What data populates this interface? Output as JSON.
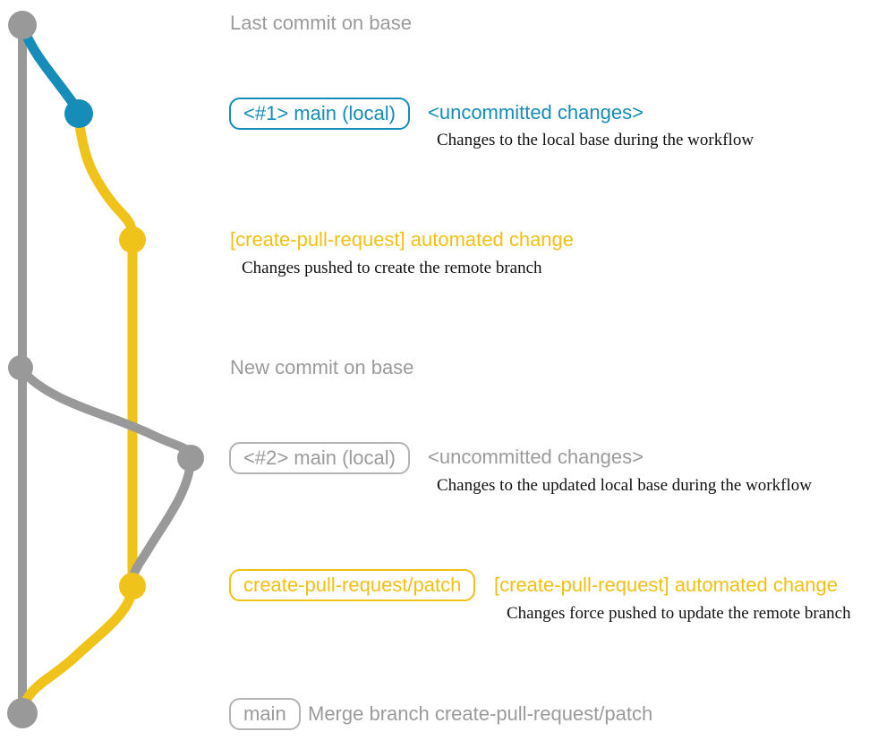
{
  "colors": {
    "gray": "#999999",
    "gray-text": "#9b9b9b",
    "gray-border": "#b4b4b4",
    "teal": "#168cb8",
    "gold": "#efc319",
    "gold-text": "#f2c014",
    "ink": "#111111"
  },
  "diagram": {
    "annotations": {
      "last_commit": "Last commit on base",
      "new_commit": "New commit on base",
      "merge_commit_message": "Merge branch create-pull-request/patch"
    },
    "branch_labels": {
      "main_local_1": "<#1> main (local)",
      "main_local_2": "<#2> main (local)",
      "patch_branch": "create-pull-request/patch",
      "main": "main"
    },
    "commit_messages": {
      "uncommitted_1": "<uncommitted changes>",
      "uncommitted_2": "<uncommitted changes>",
      "automated_1": "[create-pull-request] automated change",
      "automated_2": "[create-pull-request] automated change"
    },
    "captions": {
      "local_base": "Changes to the local base during the workflow",
      "push_create": "Changes pushed to create the remote branch",
      "updated_local_base": "Changes to the updated local base during the workflow",
      "force_push_update": "Changes force pushed to update the remote branch"
    }
  }
}
